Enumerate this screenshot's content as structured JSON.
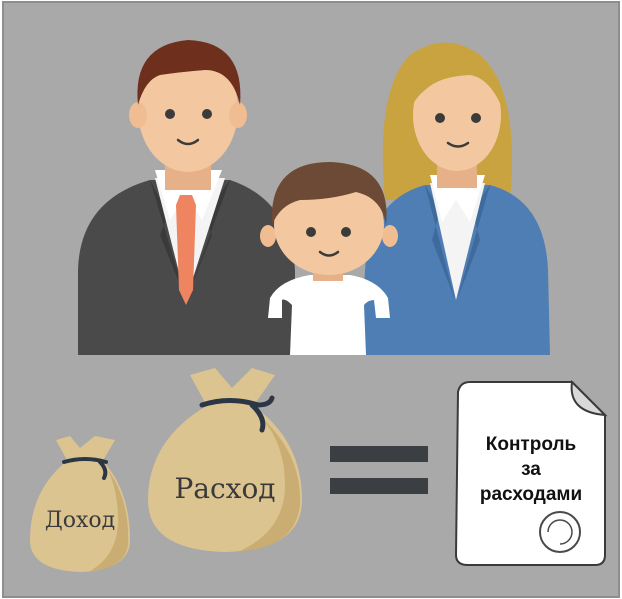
{
  "bags": {
    "income_label": "Доход",
    "expense_label": "Расход"
  },
  "document": {
    "line1": "Контроль",
    "line2": "за",
    "line3": "расходами"
  },
  "colors": {
    "background": "#a9a9a9",
    "border": "#8e8e8e",
    "bag": "#dcc491",
    "bag_shadow": "#c9ad73",
    "bag_tie": "#2b3744",
    "equals": "#3b3f44",
    "suit_dark": "#4a4a4a",
    "suit_blue": "#4f7eb5",
    "skin": "#f3c8a0",
    "hair_brown": "#6e2f1d",
    "hair_blonde": "#c9a33f",
    "tie": "#ef8461"
  },
  "icons": [
    "bag-tie-icon",
    "equals-icon",
    "document-icon",
    "stamp-icon"
  ]
}
